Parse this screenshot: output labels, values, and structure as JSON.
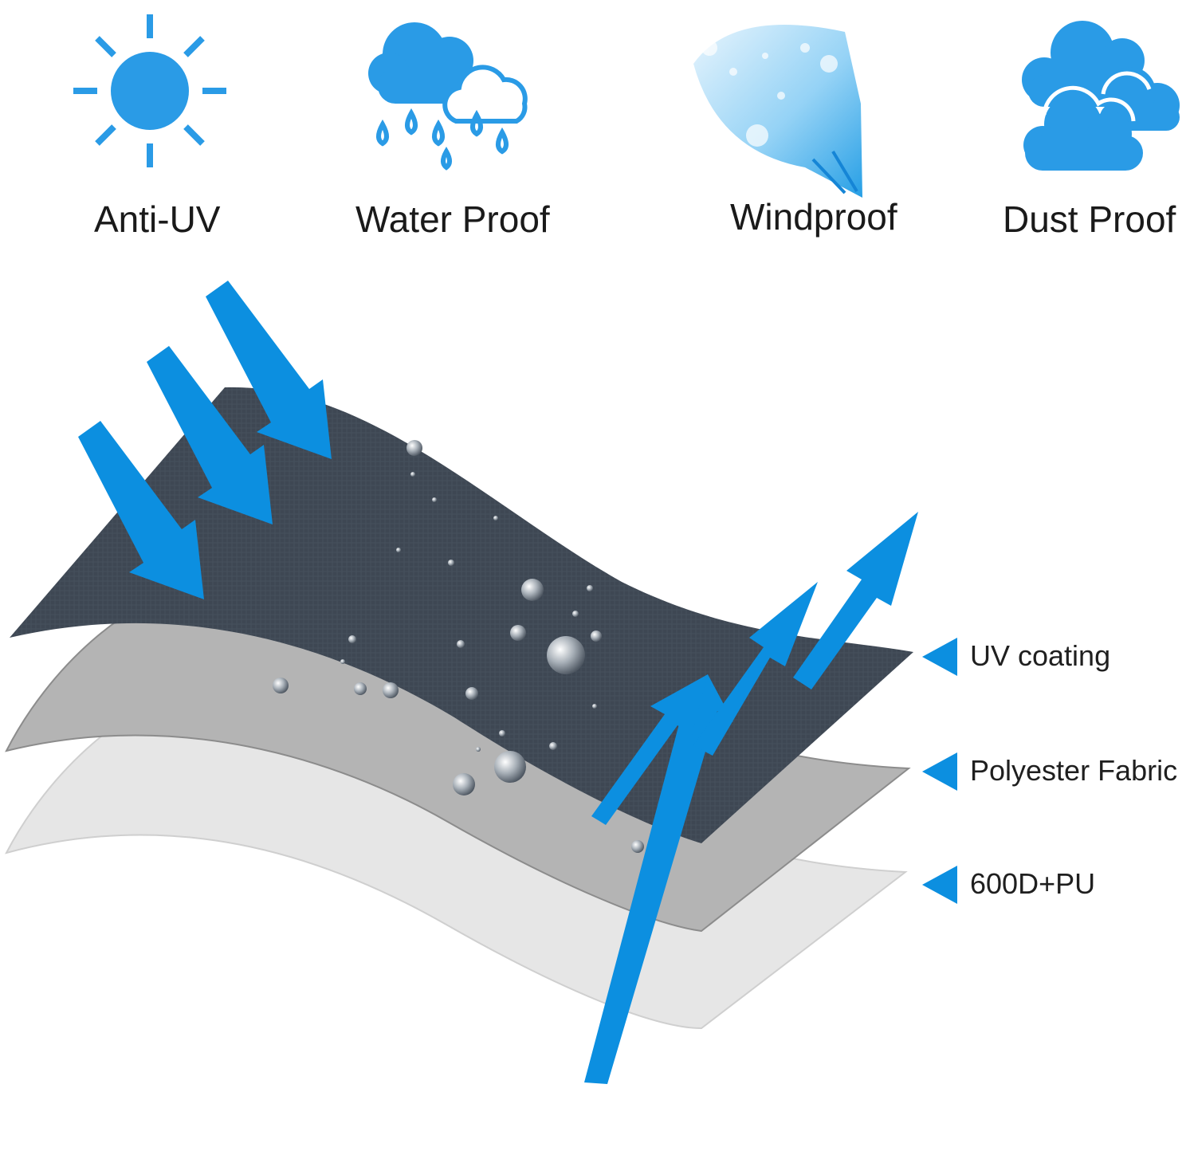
{
  "colors": {
    "accent": "#0c8fe0",
    "icon_blue": "#2a9be6",
    "top_layer": "#3e4753",
    "middle_layer": "#b4b4b4",
    "bottom_layer": "#e6e6e6"
  },
  "features": [
    {
      "icon": "sun-icon",
      "label": "Anti-UV"
    },
    {
      "icon": "rain-cloud-icon",
      "label": "Water Proof"
    },
    {
      "icon": "wind-icon",
      "label": "Windproof"
    },
    {
      "icon": "cloud-icon",
      "label": "Dust Proof"
    }
  ],
  "layers": [
    {
      "label": "UV coating"
    },
    {
      "label": "Polyester Fabric"
    },
    {
      "label": "600D+PU"
    }
  ]
}
